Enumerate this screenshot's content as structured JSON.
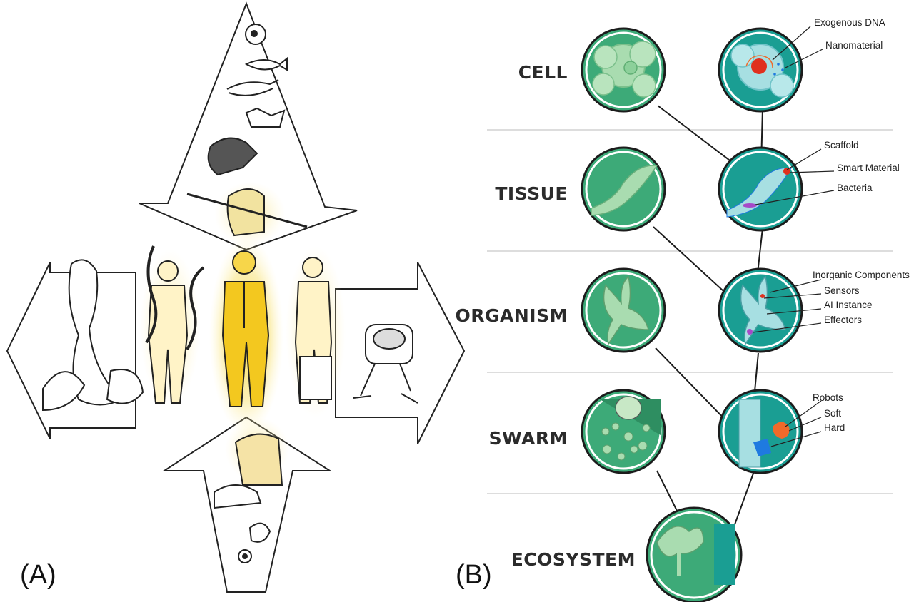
{
  "panels": {
    "a": "(A)",
    "b": "(B)"
  },
  "levels": [
    "CELL",
    "TISSUE",
    "ORGANISM",
    "SWARM",
    "ECOSYSTEM"
  ],
  "callouts": {
    "cell": [
      "Exogenous DNA",
      "Nanomaterial"
    ],
    "tissue": [
      "Scaffold",
      "Smart Material",
      "Bacteria"
    ],
    "organism": [
      "Inorganic Components",
      "Sensors",
      "AI Instance",
      "Effectors"
    ],
    "swarm": [
      "Robots",
      "Soft",
      "Hard"
    ]
  },
  "colors": {
    "natural_fill": "#3daa78",
    "engineered_fill": "#1a9e93",
    "pale_green": "#a9dcb0",
    "pale_cyan": "#a7dfe2",
    "highlight": "#f6d23a",
    "accent_red": "#e0301e",
    "accent_orange": "#ef6a2a",
    "accent_blue": "#1f7ae0",
    "accent_purple": "#a64ac9",
    "divider": "#d0d0d0"
  }
}
